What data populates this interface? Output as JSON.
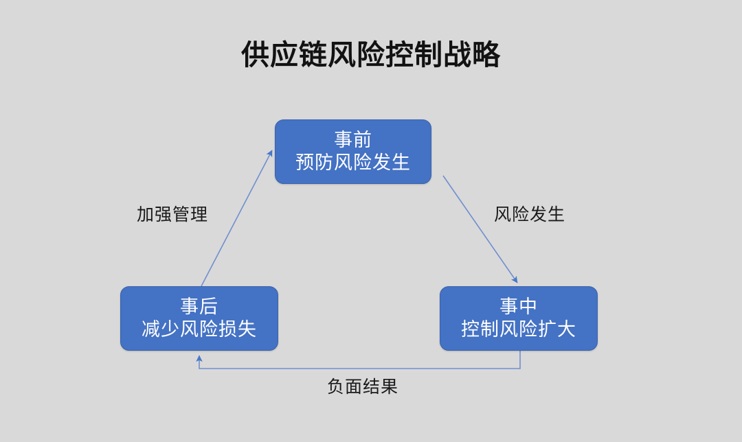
{
  "page": {
    "title": "供应链风险控制战略",
    "background_color": "#d9d9d9",
    "node_fill_color": "#4472c4",
    "node_text_color": "#ffffff",
    "connector_color": "#6f8fd0",
    "title_color": "#121212"
  },
  "nodes": [
    {
      "id": "before",
      "stage": "事前",
      "description": "预防风险发生"
    },
    {
      "id": "after",
      "stage": "事后",
      "description": "减少风险损失"
    },
    {
      "id": "during",
      "stage": "事中",
      "description": "控制风险扩大"
    }
  ],
  "connectors": [
    {
      "id": "strengthen",
      "label": "加强管理",
      "from": "after",
      "to": "before"
    },
    {
      "id": "risk-occur",
      "label": "风险发生",
      "from": "before",
      "to": "during"
    },
    {
      "id": "negative-result",
      "label": "负面结果",
      "from": "during",
      "to": "after"
    }
  ]
}
